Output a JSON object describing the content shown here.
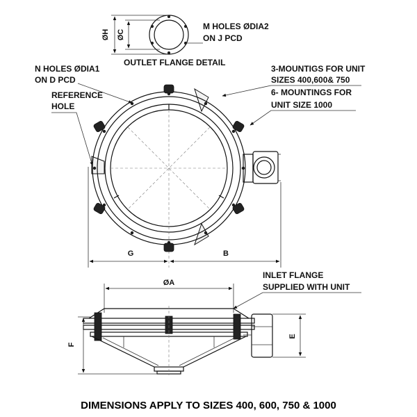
{
  "labels": {
    "outlet_holes": "M HOLES ØDIA2",
    "outlet_pcd": "ON J PCD",
    "outlet_detail": "OUTLET FLANGE DETAIL",
    "dim_h": "ØH",
    "dim_c": "ØC",
    "n_holes": "N HOLES ØDIA1",
    "n_pcd": "ON D PCD",
    "ref_hole_1": "REFERENCE",
    "ref_hole_2": "HOLE",
    "mount3_1": "3-MOUNTIGS FOR UNIT",
    "mount3_2": "SIZES 400,600& 750",
    "mount6_1": "6- MOUNTINGS FOR",
    "mount6_2": "UNIT SIZE 1000",
    "dim_g": "G",
    "dim_b": "B",
    "dim_a": "ØA",
    "inlet_1": "INLET FLANGE",
    "inlet_2": "SUPPLIED WITH UNIT",
    "dim_f": "F",
    "dim_e": "E",
    "caption": "DIMENSIONS APPLY TO SIZES 400, 600, 750 & 1000"
  }
}
